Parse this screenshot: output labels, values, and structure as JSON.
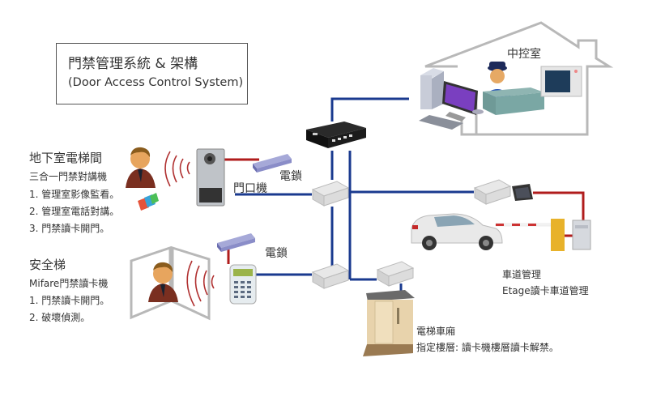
{
  "title": {
    "zh": "門禁管理系統 & 架構",
    "en": "(Door Access Control System)"
  },
  "control_room": {
    "label": "中控室"
  },
  "basement_elevator": {
    "heading": "地下室電梯間",
    "subtitle": "三合一門禁對講機",
    "items": [
      "1. 管理室影像監看。",
      "2. 管理室電話對講。",
      "3. 門禁讀卡開門。"
    ]
  },
  "safety_stairs": {
    "heading": "安全梯",
    "subtitle": "Mifare門禁讀卡機",
    "items": [
      "1. 門禁讀卡開門。",
      "2. 破壞偵測。"
    ]
  },
  "labels": {
    "electric_lock_1": "電鎖",
    "door_unit": "門口機",
    "electric_lock_2": "電鎖"
  },
  "parking": {
    "heading": "車道管理",
    "subtitle": "Etage讀卡車道管理"
  },
  "elevator_car": {
    "heading": "電梯車廂",
    "subtitle": "指定樓層: 讀卡機樓層讀卡解禁。"
  },
  "colors": {
    "network_line": "#1a3a8f",
    "lock_wire": "#b01c1c",
    "rf_waves": "#b03030",
    "house_outline": "#b8b8b8"
  }
}
